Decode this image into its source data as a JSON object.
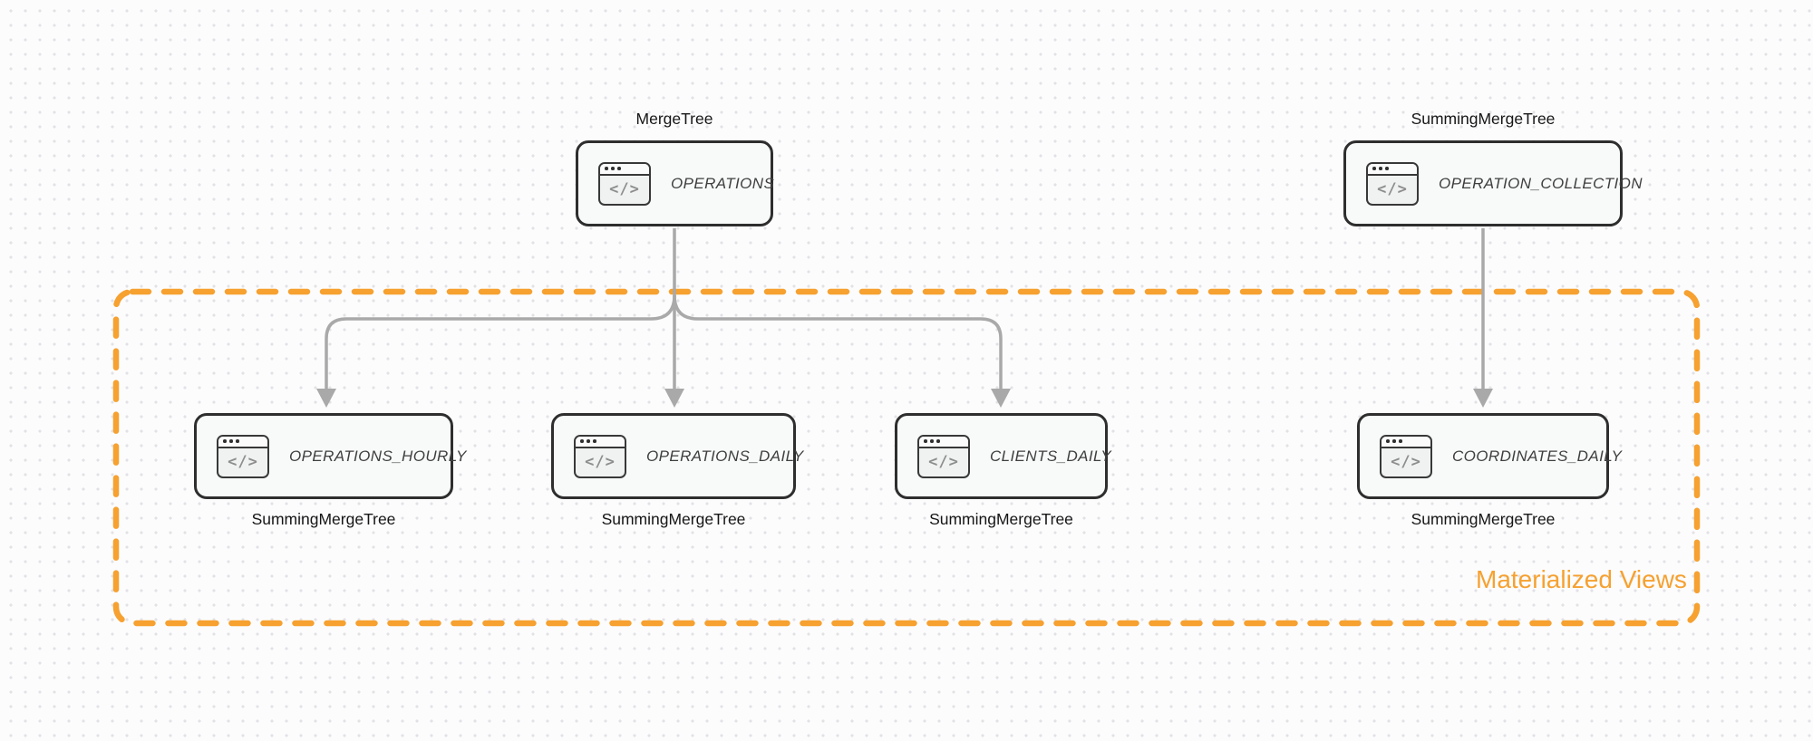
{
  "diagram": {
    "type": "data-flow",
    "nodes": [
      {
        "id": "operations",
        "table": "OPERATIONS",
        "engine": "MergeTree",
        "engine_label_position": "top"
      },
      {
        "id": "operation_collection",
        "table": "OPERATION_COLLECTION",
        "engine": "SummingMergeTree",
        "engine_label_position": "top"
      },
      {
        "id": "operations_hourly",
        "table": "OPERATIONS_HOURLY",
        "engine": "SummingMergeTree",
        "engine_label_position": "bottom"
      },
      {
        "id": "operations_daily",
        "table": "OPERATIONS_DAILY",
        "engine": "SummingMergeTree",
        "engine_label_position": "bottom"
      },
      {
        "id": "clients_daily",
        "table": "CLIENTS_DAILY",
        "engine": "SummingMergeTree",
        "engine_label_position": "bottom"
      },
      {
        "id": "coordinates_daily",
        "table": "COORDINATES_DAILY",
        "engine": "SummingMergeTree",
        "engine_label_position": "bottom"
      }
    ],
    "edges": [
      {
        "from": "operations",
        "to": "operations_hourly"
      },
      {
        "from": "operations",
        "to": "operations_daily"
      },
      {
        "from": "operations",
        "to": "clients_daily"
      },
      {
        "from": "operation_collection",
        "to": "coordinates_daily"
      }
    ],
    "group": {
      "label": "Materialized Views",
      "contains": [
        "operations_hourly",
        "operations_daily",
        "clients_daily",
        "coordinates_daily"
      ]
    },
    "icons": {
      "window_code_glyph": "</>"
    },
    "colors": {
      "accent_orange": "#f6a130",
      "node_border": "#2e2e2e",
      "node_fill": "#f8f9f9",
      "arrow_gray": "#a9a9a9",
      "node_text": "#3f3f3f",
      "label_text": "#161616",
      "background": "#fcfcfd",
      "dot_grid": "#e2e2e6"
    }
  }
}
